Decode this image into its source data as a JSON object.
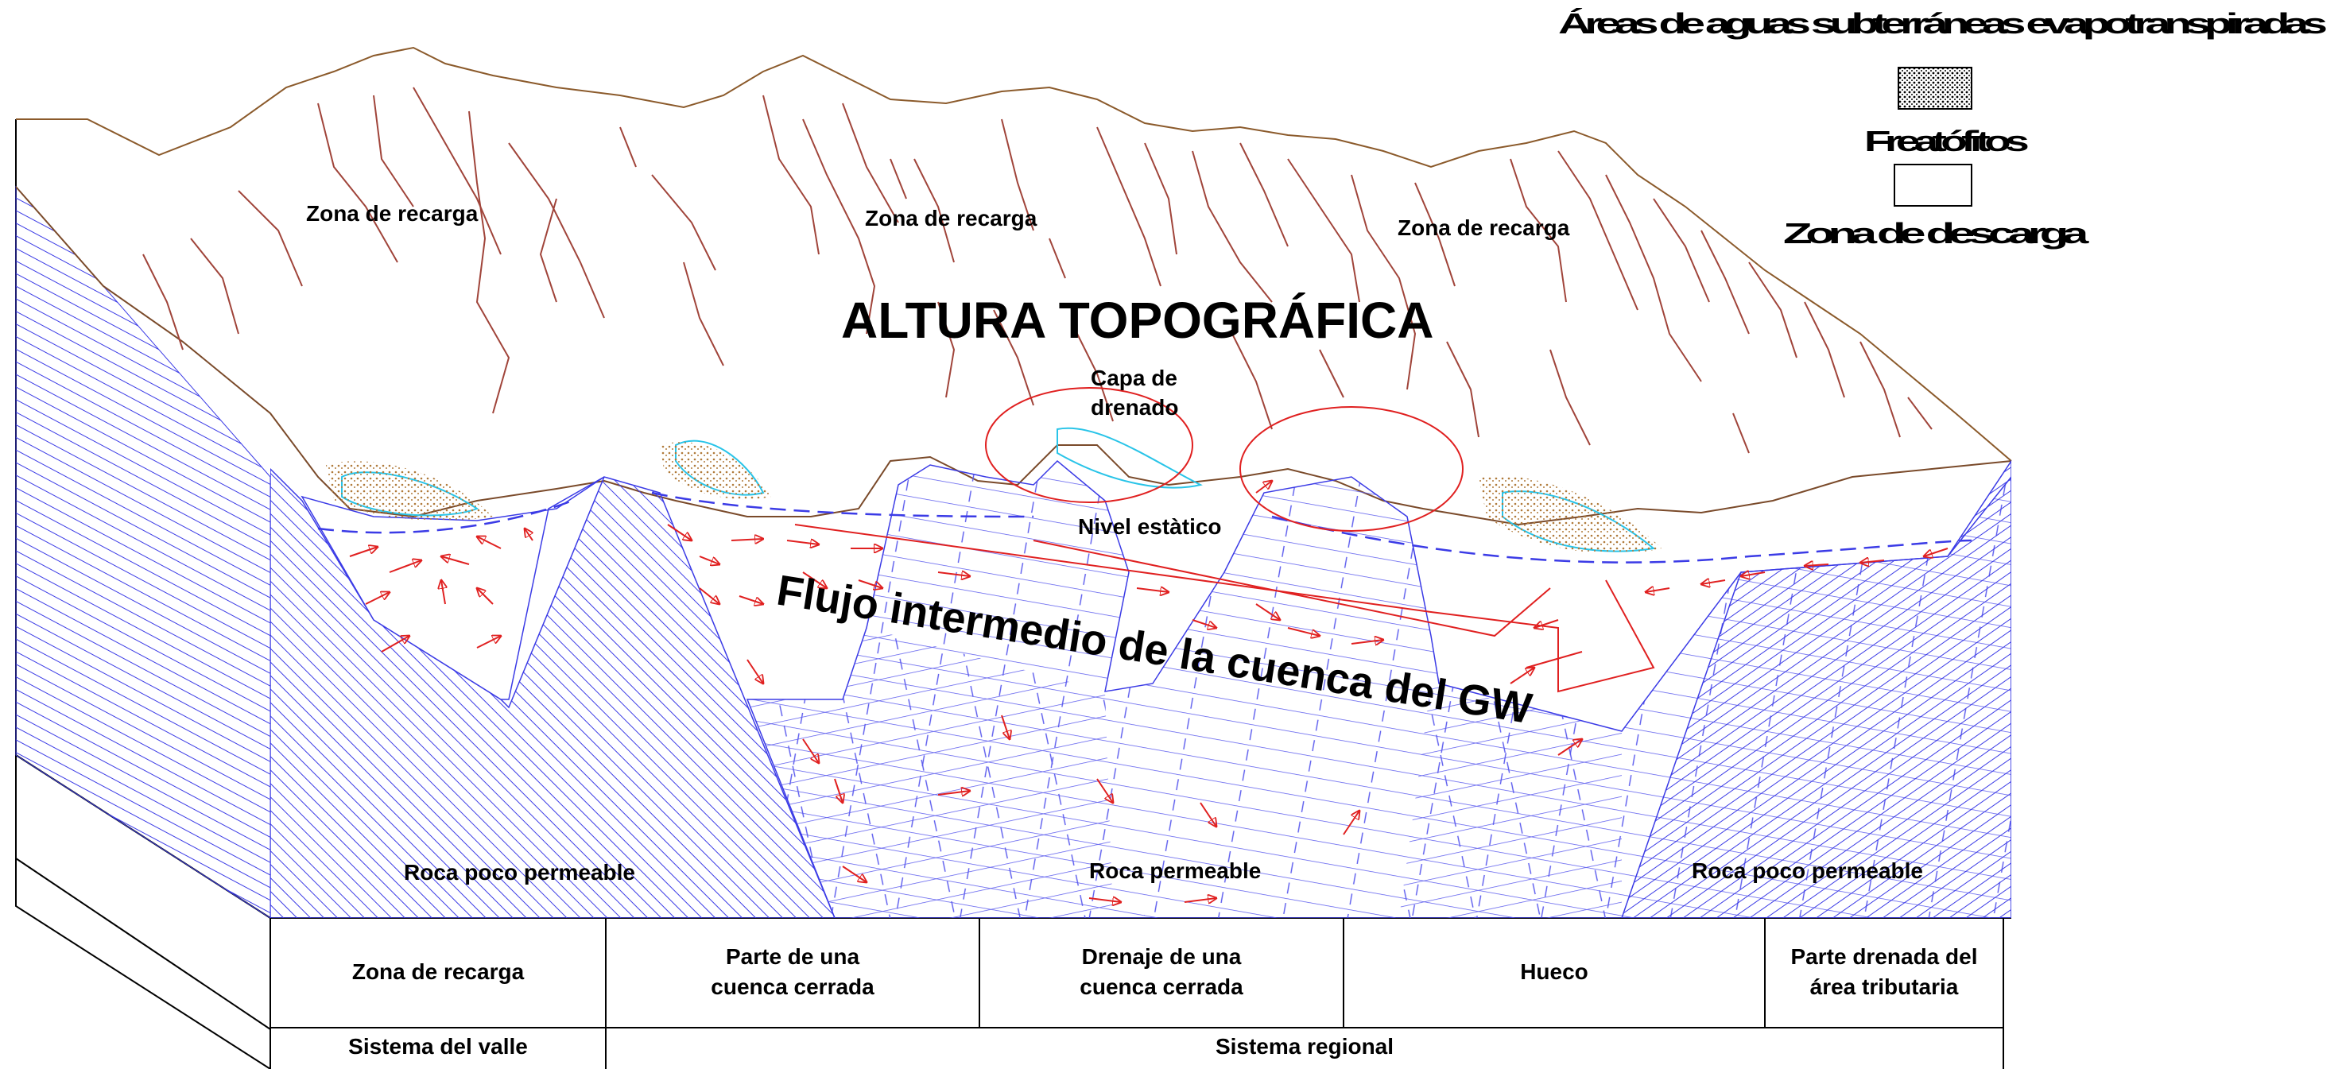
{
  "legend": {
    "title": "Áreas de aguas subterráneas evapotranspiradas",
    "phreatophytes": "Freatófitos",
    "discharge_zone": "Zona de descarga"
  },
  "labels": {
    "recharge_1": "Zona de recarga",
    "recharge_2": "Zona de recarga",
    "recharge_3": "Zona de recarga",
    "topographic_height": "ALTURA TOPOGRÁFICA",
    "drain_layer_1": "Capa de",
    "drain_layer_2": "drenado",
    "static_level": "Nivel estàtico",
    "intermediate_flow": "Flujo intermedio de la cuenca del GW",
    "low_perm_rock_left": "Roca poco permeable",
    "perm_rock": "Roca permeable",
    "low_perm_rock_right": "Roca poco permeable"
  },
  "table": {
    "row1": [
      {
        "lines": [
          "Zona de recarga"
        ]
      },
      {
        "lines": [
          "Parte de una",
          "cuenca cerrada"
        ]
      },
      {
        "lines": [
          "Drenaje de una",
          "cuenca cerrada"
        ]
      },
      {
        "lines": [
          "Hueco"
        ]
      },
      {
        "lines": [
          "Parte drenada del",
          "área tributaria"
        ]
      }
    ],
    "row2": [
      {
        "lines": [
          "Sistema del valle"
        ]
      },
      {
        "lines": [
          "Sistema regional"
        ]
      }
    ]
  },
  "colors": {
    "terrain": "#a0522d",
    "rock_hatch": "#3b3be6",
    "flow_arrow": "#e02020",
    "lake": "#29c4e8",
    "phreatophyte": "#b07a3a",
    "outline": "#000000"
  }
}
